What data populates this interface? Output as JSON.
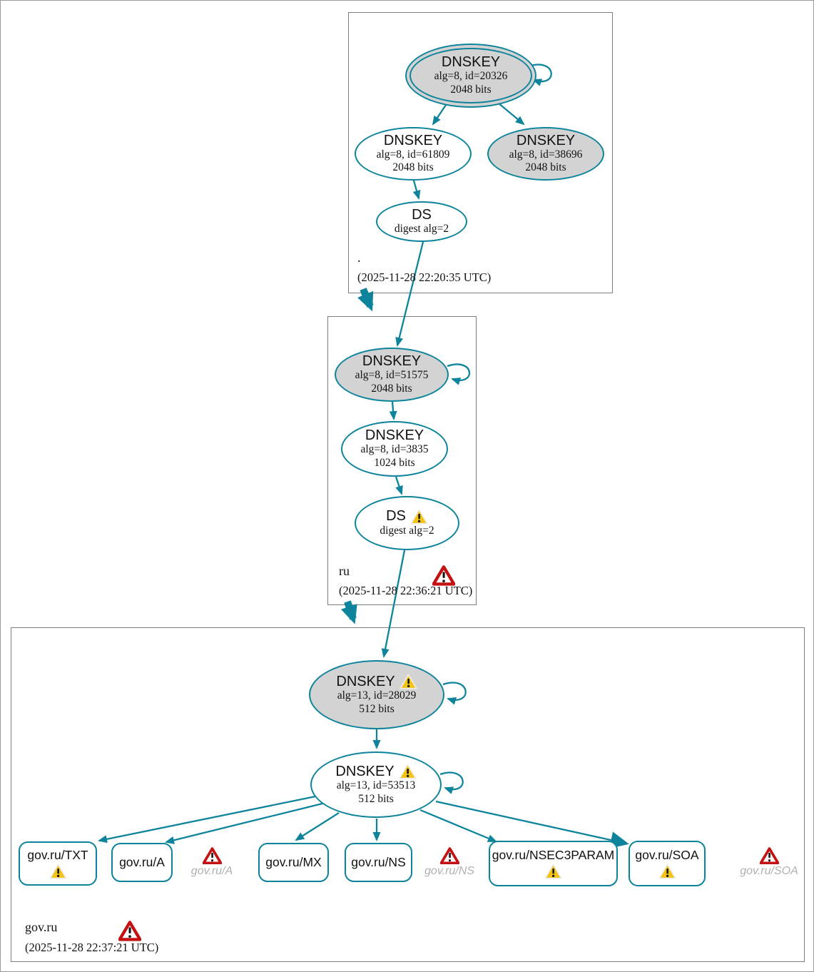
{
  "zones": {
    "root": {
      "name": ".",
      "timestamp": "(2025-11-28 22:20:35 UTC)"
    },
    "ru": {
      "name": "ru",
      "timestamp": "(2025-11-28 22:36:21 UTC)"
    },
    "govru": {
      "name": "gov.ru",
      "timestamp": "(2025-11-28 22:37:21 UTC)"
    }
  },
  "nodes": {
    "root_ksk": {
      "title": "DNSKEY",
      "alg": "alg=8, id=20326",
      "bits": "2048 bits"
    },
    "root_zsk": {
      "title": "DNSKEY",
      "alg": "alg=8, id=61809",
      "bits": "2048 bits"
    },
    "root_ksk2": {
      "title": "DNSKEY",
      "alg": "alg=8, id=38696",
      "bits": "2048 bits"
    },
    "root_ds": {
      "title": "DS",
      "alg": "digest alg=2"
    },
    "ru_ksk": {
      "title": "DNSKEY",
      "alg": "alg=8, id=51575",
      "bits": "2048 bits"
    },
    "ru_zsk": {
      "title": "DNSKEY",
      "alg": "alg=8, id=3835",
      "bits": "1024 bits"
    },
    "ru_ds": {
      "title": "DS",
      "alg": "digest alg=2"
    },
    "govru_ksk": {
      "title": "DNSKEY",
      "alg": "alg=13, id=28029",
      "bits": "512 bits"
    },
    "govru_zsk": {
      "title": "DNSKEY",
      "alg": "alg=13, id=53513",
      "bits": "512 bits"
    }
  },
  "rrsets": [
    {
      "label": "gov.ru/TXT"
    },
    {
      "label": "gov.ru/A"
    },
    {
      "label": "gov.ru/A"
    },
    {
      "label": "gov.ru/MX"
    },
    {
      "label": "gov.ru/NS"
    },
    {
      "label": "gov.ru/NS"
    },
    {
      "label": "gov.ru/NSEC3PARAM"
    },
    {
      "label": "gov.ru/SOA"
    },
    {
      "label": "gov.ru/SOA"
    }
  ],
  "icons": {
    "warning": "warning-triangle-icon",
    "error": "error-triangle-icon"
  },
  "colors": {
    "secure_teal": "#0d849b",
    "warning_yellow": "#f3c415",
    "error_red": "#c41212",
    "node_gray": "#d3d3d3",
    "box_border_gray": "#7d7d7d",
    "muted_label_gray": "#b0b0b0"
  }
}
